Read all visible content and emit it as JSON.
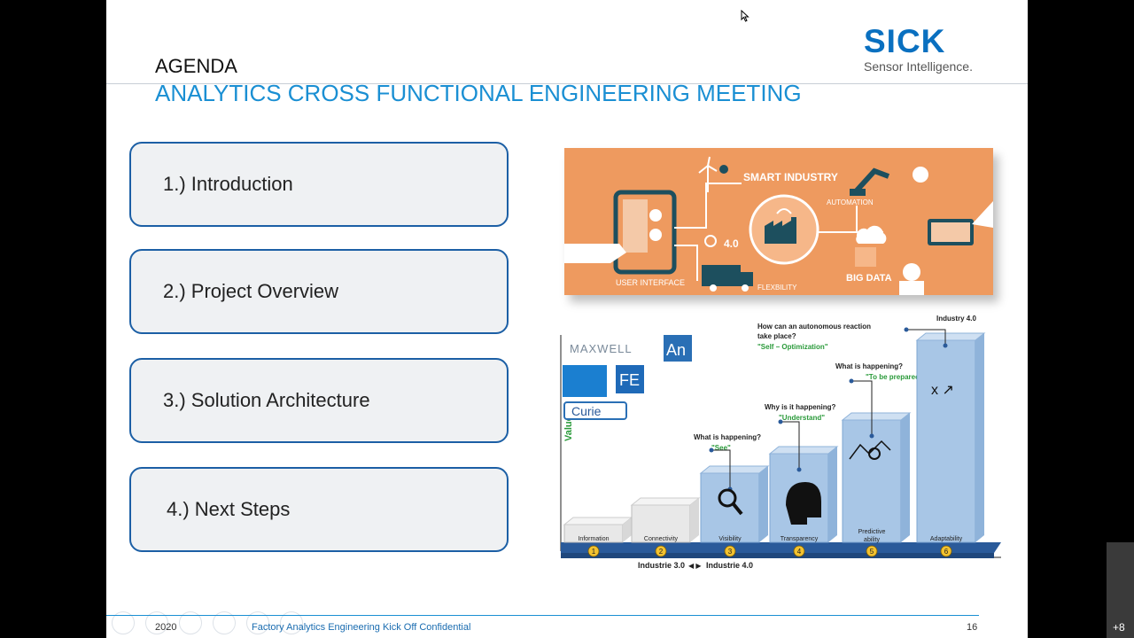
{
  "logo": {
    "name": "SICK",
    "tagline": "Sensor Intelligence."
  },
  "header": {
    "kicker": "AGENDA",
    "title": "ANALYTICS CROSS FUNCTIONAL ENGINEERING MEETING"
  },
  "agenda": {
    "items": [
      {
        "label": "1.) Introduction"
      },
      {
        "label": "2.) Project Overview"
      },
      {
        "label": "3.) Solution Architecture"
      },
      {
        "label": "4.) Next Steps"
      }
    ]
  },
  "illustration": {
    "smart_industry": "SMART INDUSTRY",
    "automation": "AUTOMATION",
    "four_zero": "4.0",
    "user_interface": "USER INTERFACE",
    "flexibility": "FLEXBILITY",
    "big_data": "BIG DATA",
    "colors": {
      "background": "#ee9a5f",
      "ink": "#1d4f5e",
      "accent": "#ffffff"
    }
  },
  "maturity_chart": {
    "y_axis_label": "Value",
    "logos": {
      "maxwell": "MAXWELL",
      "an": "An",
      "fe": "FE",
      "curie": "Curie"
    },
    "stages": [
      {
        "number": "1",
        "label": "Information",
        "question": "",
        "answer": ""
      },
      {
        "number": "2",
        "label": "Connectivity",
        "question": "",
        "answer": ""
      },
      {
        "number": "3",
        "label": "Visibility",
        "question": "What is happening?",
        "answer": "\"See\""
      },
      {
        "number": "4",
        "label": "Transparency",
        "question": "Why is it happening?",
        "answer": "\"Understand\""
      },
      {
        "number": "5",
        "label": "Predictive ability",
        "question": "What is happening?",
        "answer": "\"To be prepared\""
      },
      {
        "number": "6",
        "label": "Adaptability",
        "question": "How can an autonomous reaction take place?",
        "answer": "\"Self – Optimization\""
      }
    ],
    "top_label": "Industry 4.0",
    "bottom_left": "Industrie 3.0",
    "bottom_right": "Industrie 4.0",
    "colors": {
      "bar": "#a8c6e6",
      "bar_top": "#cfe0f2",
      "gray": "#e8e8e8",
      "base": "#2a5a9a",
      "answer": "#2a9a3a"
    }
  },
  "footer": {
    "year": "2020",
    "text": "Factory Analytics Engineering Kick Off  Confidential",
    "page": "16"
  },
  "overlay": {
    "participants": "+8"
  }
}
